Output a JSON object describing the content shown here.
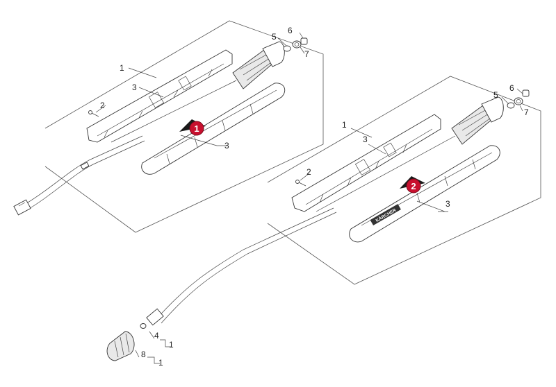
{
  "callouts": {
    "group1": {
      "c1": "1",
      "c2": "2",
      "c3a": "3",
      "c3b": "3",
      "c5": "5",
      "c6": "6",
      "c7": "7"
    },
    "group2": {
      "c1": "1",
      "c2": "2",
      "c3a": "3",
      "c3b": "3",
      "c5": "5",
      "c6": "6",
      "c7": "7"
    },
    "bottom": {
      "c4": "4",
      "c4qty": "1",
      "c8": "8",
      "c8qty": "1"
    }
  },
  "badges": {
    "badge1": "1",
    "badge2": "2"
  },
  "colors": {
    "badge": "#c8102e",
    "line": "#333333"
  },
  "brand_mark": "KÄRCHER"
}
